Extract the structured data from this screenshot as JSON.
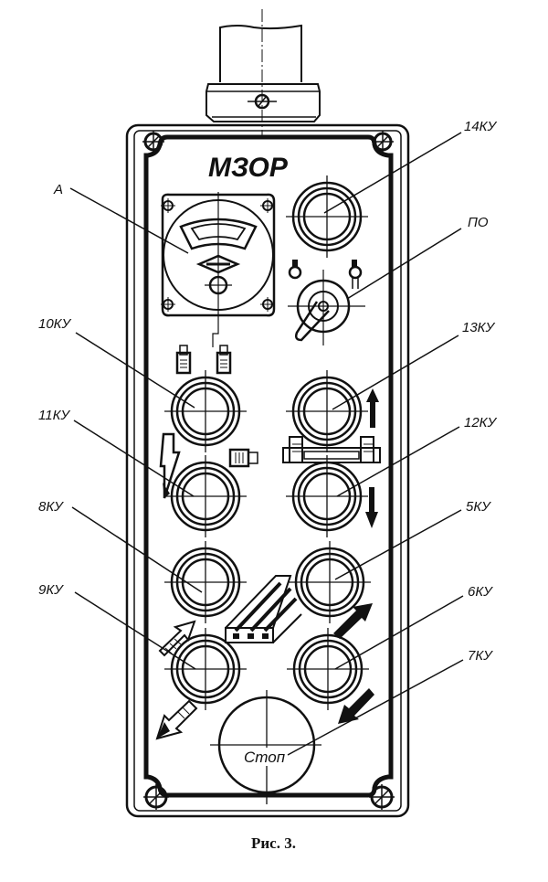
{
  "figure": {
    "caption": "Рис. 3.",
    "logo_text": "МЗОР",
    "stop_button_text": "Стоп",
    "colors": {
      "ink": "#111111",
      "paper": "#ffffff"
    }
  },
  "labels": {
    "ammeter": "А",
    "button_14": "14КУ",
    "switch_po": "ПО",
    "button_10": "10КУ",
    "button_13": "13КУ",
    "button_11": "11КУ",
    "button_12": "12КУ",
    "button_8": "8КУ",
    "button_5": "5КУ",
    "button_9": "9КУ",
    "button_6": "6КУ",
    "button_7": "7КУ"
  },
  "symbols": {
    "up_arrow": "arrow-up",
    "down_arrow": "arrow-down",
    "diag_up_right_arrow": "arrow-up-right",
    "diag_down_left_arrow": "arrow-down-left",
    "clamp": "clamp-symbol",
    "table": "table-symbol"
  }
}
